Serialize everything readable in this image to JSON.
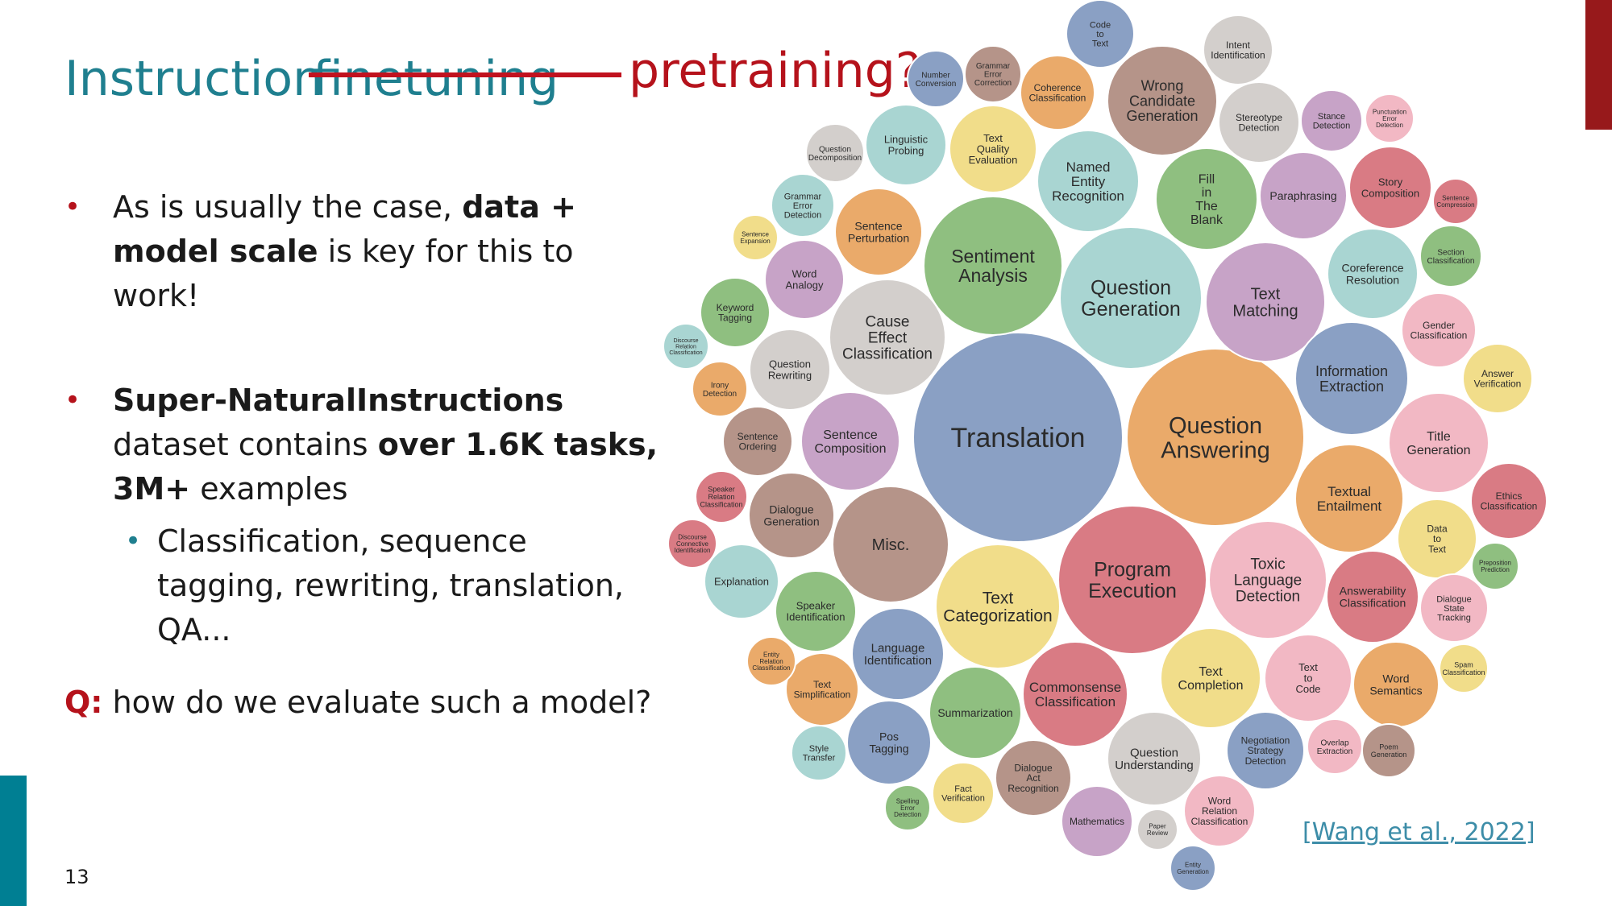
{
  "title": {
    "main": "Instruction",
    "struck": "finetuning",
    "replacement": "pretraining?"
  },
  "bullets": [
    {
      "pre": "As is usually the case, ",
      "bold": "data + model scale",
      "post": " is key for this to work!"
    },
    {
      "bold1": "Super-NaturalInstructions",
      "text1": " dataset contains ",
      "bold2": "over 1.6K tasks,",
      "bold3": "3M+",
      "text2": " examples",
      "sub": "Classification, sequence tagging, rewriting, translation, QA..."
    }
  ],
  "question": {
    "label": "Q:",
    "text": " how do we evaluate such a model?"
  },
  "page_number": "13",
  "citation": "[Wang et al., 2022]",
  "colors": {
    "teal": "#1f7f8f",
    "red": "#b5121b",
    "blue": "#8aa0c4",
    "orange": "#eaaa6a",
    "green": "#8fbf80",
    "pink": "#f2b8c4",
    "yellow": "#f1dd8a",
    "grey": "#d3cfcc",
    "brown": "#b59489",
    "lightteal": "#a9d5d2",
    "purple": "#c7a3c7",
    "rose": "#d97b84"
  },
  "bubbles": [
    {
      "label": "Translation",
      "color": "blue"
    },
    {
      "label": "Question Answering",
      "color": "orange"
    },
    {
      "label": "Program Execution",
      "color": "rose"
    },
    {
      "label": "Question Generation",
      "color": "lightteal"
    },
    {
      "label": "Sentiment Analysis",
      "color": "green"
    },
    {
      "label": "Text Categorization",
      "color": "yellow"
    },
    {
      "label": "Misc.",
      "color": "brown"
    },
    {
      "label": "Cause Effect Classification",
      "color": "grey"
    },
    {
      "label": "Text Matching",
      "color": "purple"
    },
    {
      "label": "Toxic Language Detection",
      "color": "pink"
    },
    {
      "label": "Wrong Candidate Generation",
      "color": "brown"
    },
    {
      "label": "Information Extraction",
      "color": "blue"
    },
    {
      "label": "Textual Entailment",
      "color": "orange"
    },
    {
      "label": "Commonsense Classification",
      "color": "rose"
    },
    {
      "label": "Title Generation",
      "color": "pink"
    },
    {
      "label": "Named Entity Recognition",
      "color": "lightteal"
    },
    {
      "label": "Fill in The Blank",
      "color": "green"
    },
    {
      "label": "Question Understanding",
      "color": "grey"
    },
    {
      "label": "Text Completion",
      "color": "yellow"
    },
    {
      "label": "Language Identification",
      "color": "blue"
    },
    {
      "label": "Summarization",
      "color": "green"
    },
    {
      "label": "Paraphrasing",
      "color": "purple"
    },
    {
      "label": "Story Composition",
      "color": "rose"
    },
    {
      "label": "Coreference Resolution",
      "color": "lightteal"
    },
    {
      "label": "Sentence Composition",
      "color": "purple"
    },
    {
      "label": "Answerability Classification",
      "color": "rose"
    },
    {
      "label": "Word Semantics",
      "color": "orange"
    },
    {
      "label": "Dialogue Generation",
      "color": "brown"
    },
    {
      "label": "Pos Tagging",
      "color": "blue"
    },
    {
      "label": "Text to Code",
      "color": "pink"
    },
    {
      "label": "Sentence Perturbation",
      "color": "orange"
    },
    {
      "label": "Text Quality Evaluation",
      "color": "yellow"
    },
    {
      "label": "Linguistic Probing",
      "color": "lightteal"
    },
    {
      "label": "Stereotype Detection",
      "color": "grey"
    },
    {
      "label": "Word Analogy",
      "color": "purple"
    },
    {
      "label": "Question Rewriting",
      "color": "grey"
    },
    {
      "label": "Speaker Identification",
      "color": "green"
    },
    {
      "label": "Dialogue Act Recognition",
      "color": "brown"
    },
    {
      "label": "Coherence Classification",
      "color": "orange"
    },
    {
      "label": "Data to Text",
      "color": "yellow"
    },
    {
      "label": "Negotiation Strategy Detection",
      "color": "blue"
    },
    {
      "label": "Mathematics",
      "color": "purple"
    },
    {
      "label": "Word Relation Classification",
      "color": "pink"
    },
    {
      "label": "Intent Identification",
      "color": "grey"
    },
    {
      "label": "Gender Classification",
      "color": "pink"
    },
    {
      "label": "Explanation",
      "color": "lightteal"
    },
    {
      "label": "Sentence Ordering",
      "color": "brown"
    },
    {
      "label": "Ethics Classification",
      "color": "rose"
    },
    {
      "label": "Dialogue State Tracking",
      "color": "pink"
    },
    {
      "label": "Keyword Tagging",
      "color": "green"
    },
    {
      "label": "Text Simplification",
      "color": "orange"
    },
    {
      "label": "Answer Verification",
      "color": "yellow"
    },
    {
      "label": "Code to Text",
      "color": "blue"
    },
    {
      "label": "Fact Verification",
      "color": "yellow"
    },
    {
      "label": "Stance Detection",
      "color": "purple"
    },
    {
      "label": "Section Classification",
      "color": "green"
    },
    {
      "label": "Grammar Error Correction",
      "color": "brown"
    },
    {
      "label": "Number Conversion",
      "color": "blue"
    },
    {
      "label": "Grammar Error Detection",
      "color": "lightteal"
    },
    {
      "label": "Question Decomposition",
      "color": "grey"
    },
    {
      "label": "Style Transfer",
      "color": "lightteal"
    },
    {
      "label": "Overlap Extraction",
      "color": "pink"
    },
    {
      "label": "Poem Generation",
      "color": "brown"
    },
    {
      "label": "Spam Classification",
      "color": "yellow"
    },
    {
      "label": "Punctuation Error Detection",
      "color": "pink"
    },
    {
      "label": "Sentence Compression",
      "color": "rose"
    },
    {
      "label": "Preposition Prediction",
      "color": "green"
    },
    {
      "label": "Irony Detection",
      "color": "orange"
    },
    {
      "label": "Speaker Relation Classification",
      "color": "rose"
    },
    {
      "label": "Discourse Connective Identification",
      "color": "rose"
    },
    {
      "label": "Entity Relation Classification",
      "color": "orange"
    },
    {
      "label": "Spelling Error Detection",
      "color": "green"
    },
    {
      "label": "Sentence Expansion",
      "color": "yellow"
    },
    {
      "label": "Discourse Relation Classification",
      "color": "lightteal"
    },
    {
      "label": "Paper Review",
      "color": "grey"
    },
    {
      "label": "Entity Generation",
      "color": "blue"
    }
  ]
}
